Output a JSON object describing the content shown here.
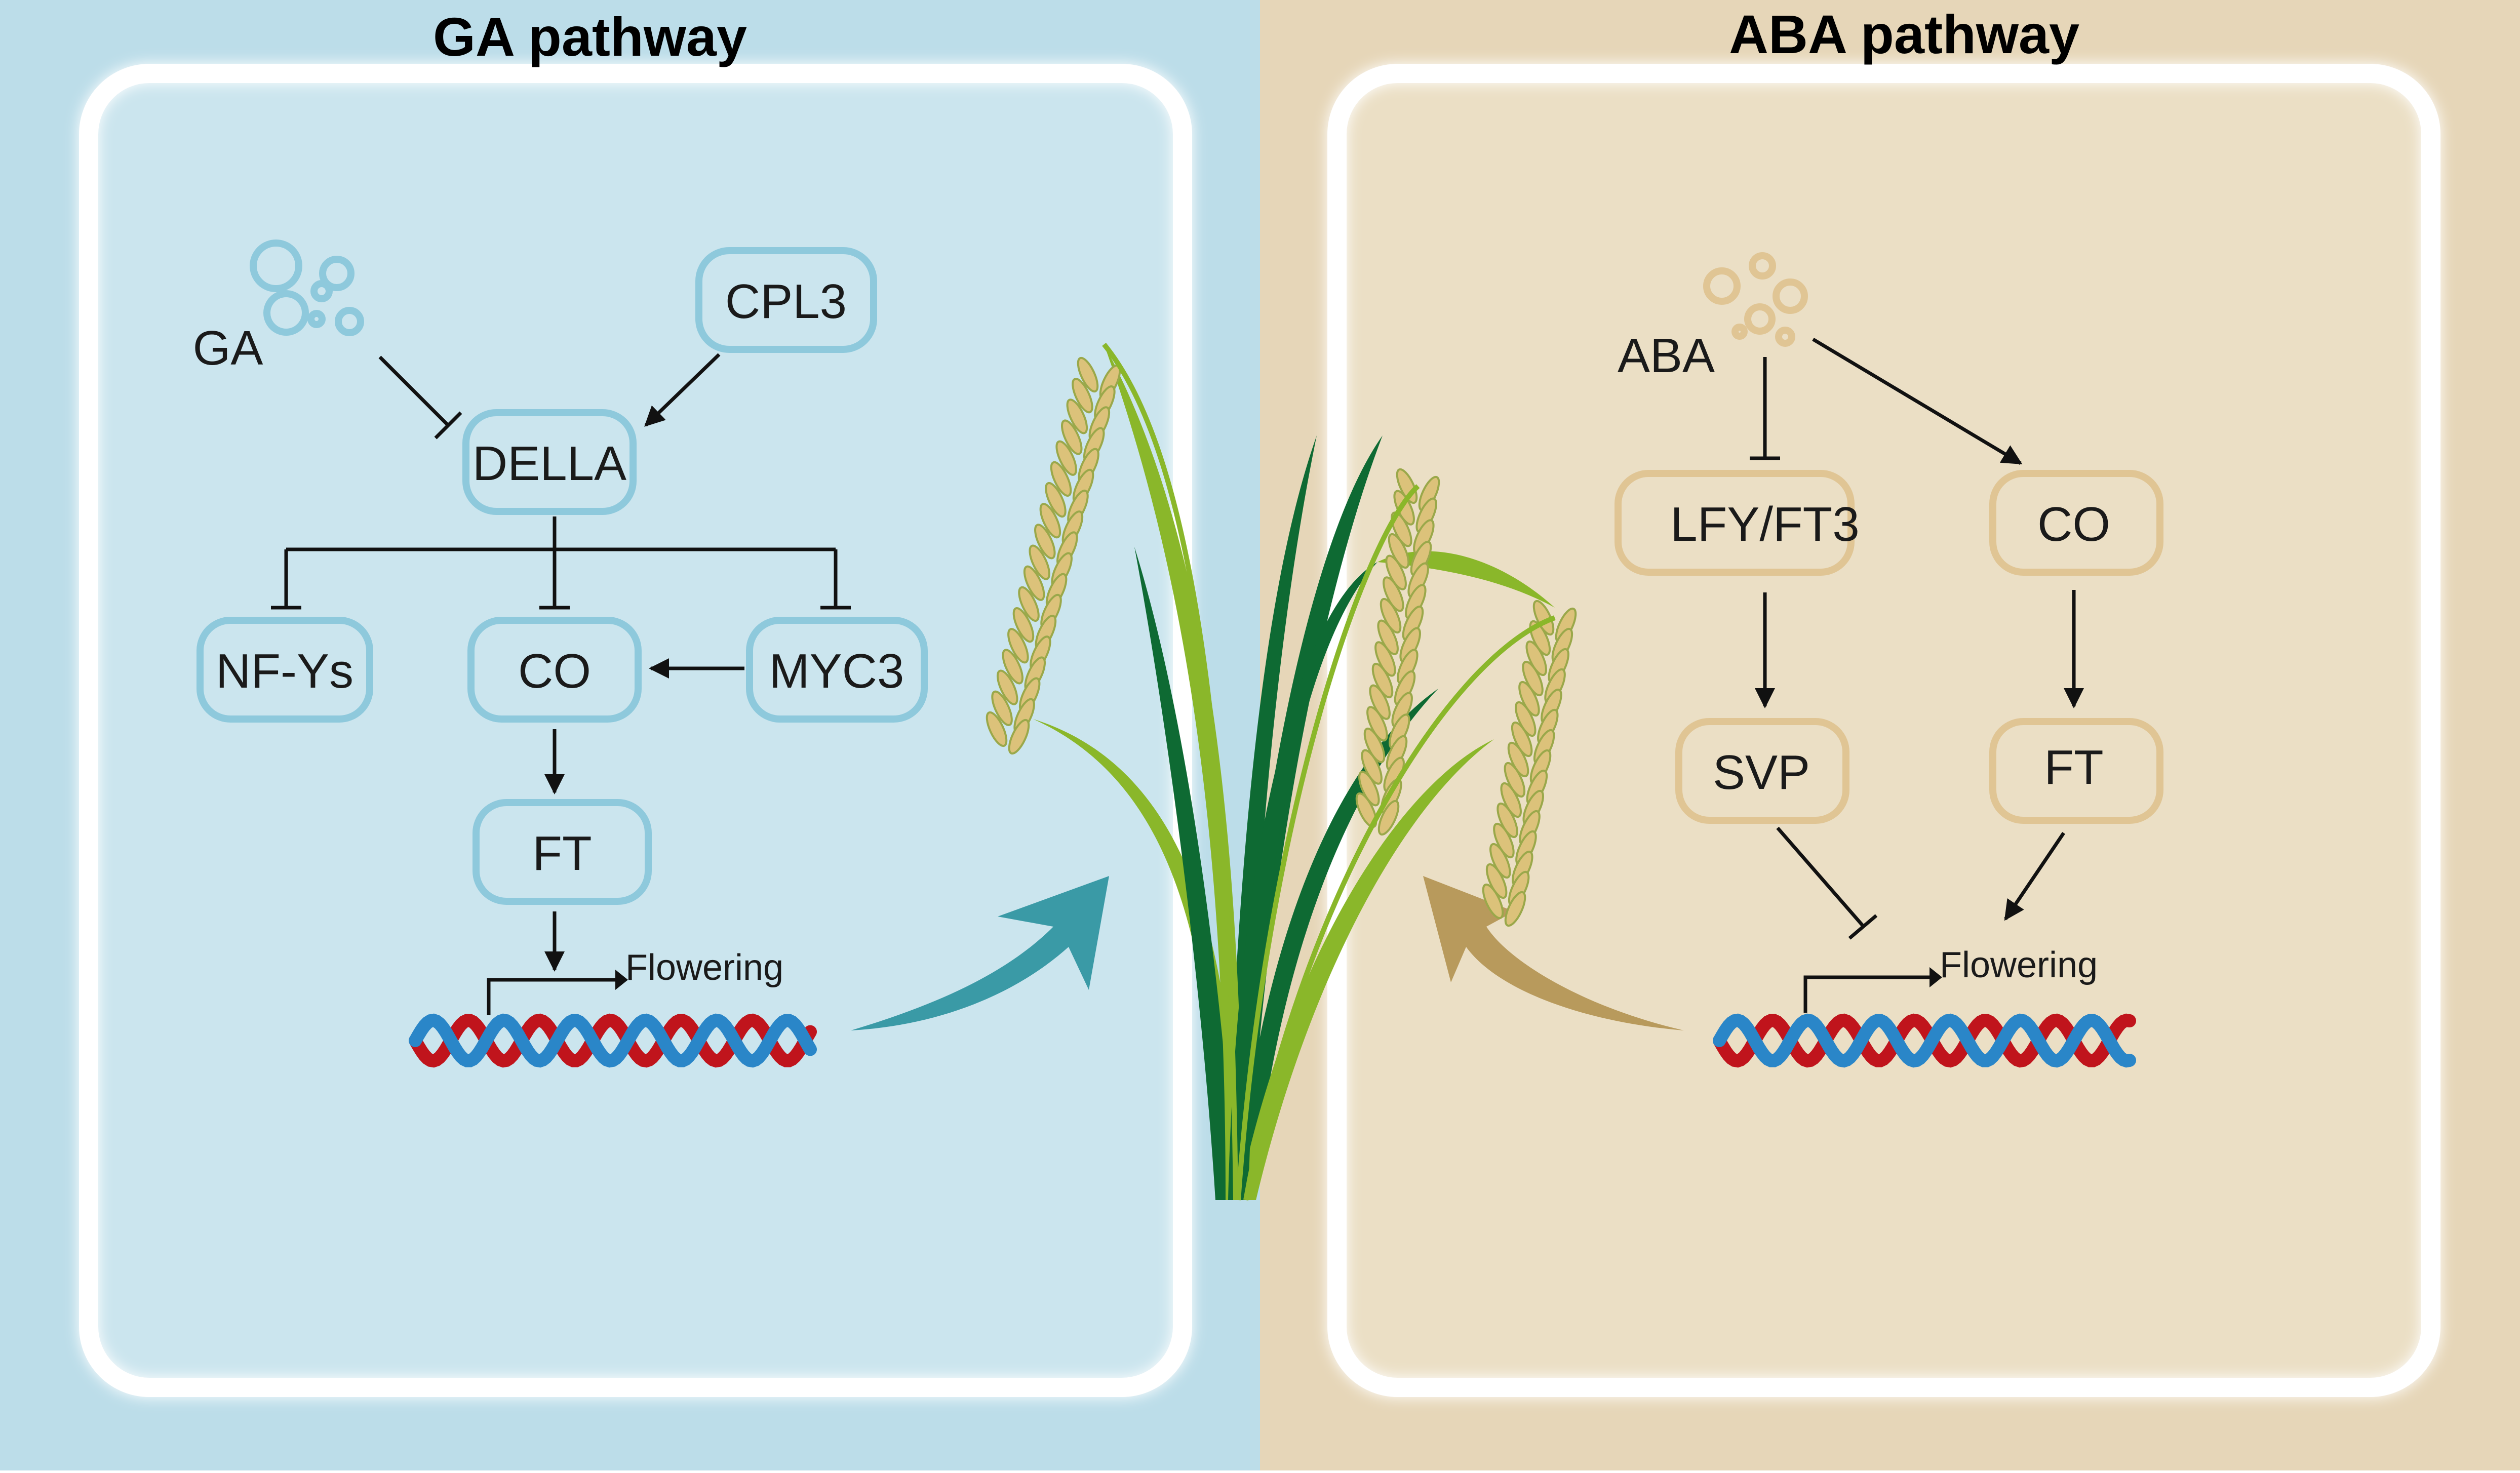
{
  "ga_panel": {
    "title": "GA pathway",
    "hormone": "GA",
    "nodes": {
      "cpl3": "CPL3",
      "della": "DELLA",
      "nfys": "NF-Ys",
      "co": "CO",
      "myc3": "MYC3",
      "ft": "FT"
    },
    "output_label": "Flowering",
    "background_color": "#bcdde9",
    "cell_color": "#cbe5ee",
    "node_border_color": "#8ec9dc",
    "arrow_color": "#3a9aa6"
  },
  "aba_panel": {
    "title": "ABA pathway",
    "hormone": "ABA",
    "nodes": {
      "lfy_ft3": "LFY/FT3",
      "co": "CO",
      "svp": "SVP",
      "ft": "FT"
    },
    "output_label": "Flowering",
    "background_color": "#e6d6b8",
    "cell_color": "#ebdfc5",
    "node_border_color": "#e0c594",
    "arrow_color": "#b89a5c"
  },
  "dna_colors": {
    "strand_a": "#c0141c",
    "strand_b": "#2a86c8"
  },
  "plant_colors": {
    "leaf_dark": "#0e6a33",
    "leaf_light": "#8ab72a",
    "grain": "#dcc27a",
    "grain_edge": "#9aa84a"
  }
}
